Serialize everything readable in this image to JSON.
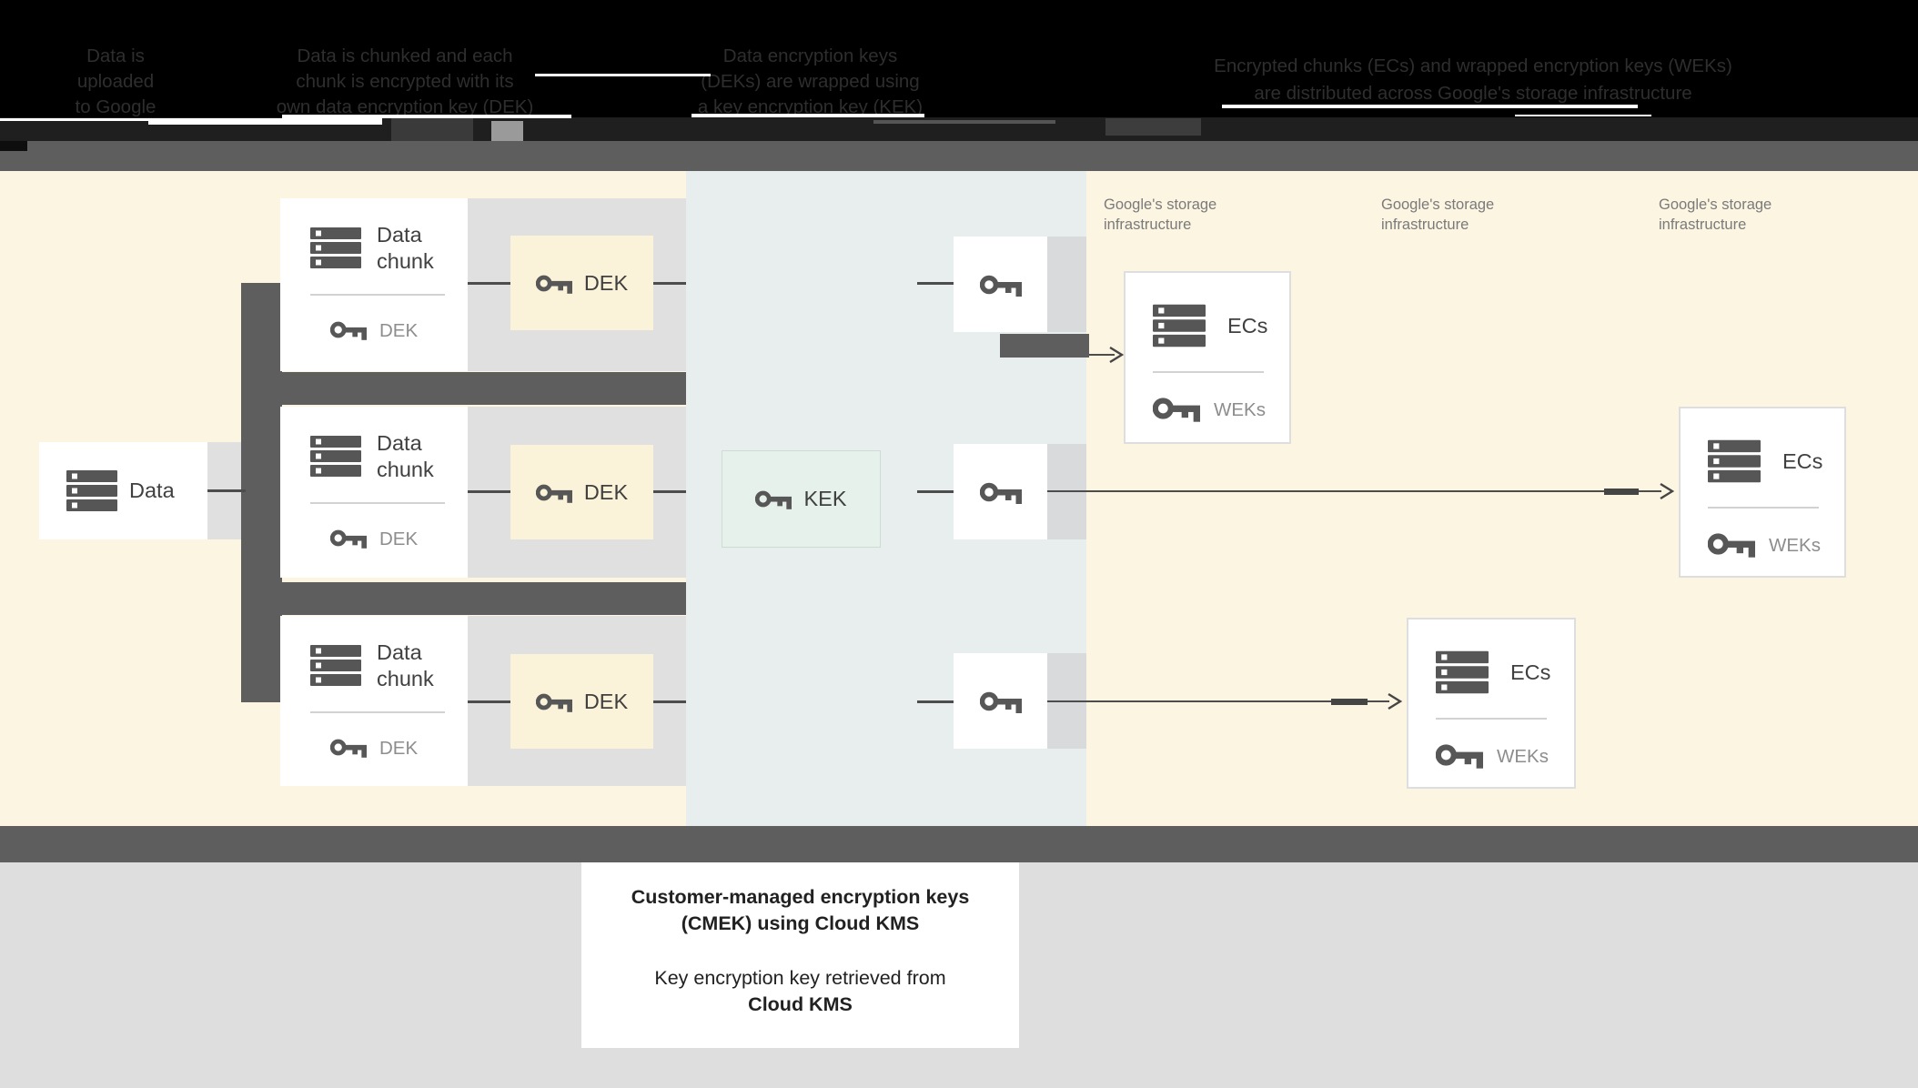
{
  "header": {
    "columns": [
      {
        "lines": [
          "Data is",
          "uploaded",
          "to Google"
        ]
      },
      {
        "lines": [
          "Data is chunked and each",
          "chunk is encrypted with its",
          "own data encryption key (DEK)"
        ]
      },
      {
        "lines": [
          "Data encryption keys",
          "(DEKs) are wrapped using",
          "a key encryption key (KEK)"
        ]
      },
      {
        "lines": [
          "Encrypted chunks (ECs) and wrapped encryption keys (WEKs)",
          "are distributed across Google's storage infrastructure"
        ]
      }
    ]
  },
  "diagram": {
    "data_box": {
      "label": "Data"
    },
    "chunk_boxes": [
      {
        "title_lines": [
          "Data",
          "chunk"
        ],
        "key_caption": "DEK"
      },
      {
        "title_lines": [
          "Data",
          "chunk"
        ],
        "key_caption": "DEK"
      },
      {
        "title_lines": [
          "Data",
          "chunk"
        ],
        "key_caption": "DEK"
      }
    ],
    "dek_boxes": [
      {
        "label": "DEK"
      },
      {
        "label": "DEK"
      },
      {
        "label": "DEK"
      }
    ],
    "kek_box": {
      "label": "KEK"
    },
    "storage_labels": [
      {
        "lines": [
          "Google's storage",
          "infrastructure"
        ]
      },
      {
        "lines": [
          "Google's storage",
          "infrastructure"
        ]
      },
      {
        "lines": [
          "Google's storage",
          "infrastructure"
        ]
      }
    ],
    "ecs_boxes": [
      {
        "label": "ECs",
        "key_caption": "WEKs"
      },
      {
        "label": "ECs",
        "key_caption": "WEKs"
      },
      {
        "label": "ECs",
        "key_caption": "WEKs"
      }
    ]
  },
  "footer": {
    "info_box": {
      "bold_line1": "Customer-managed encryption keys",
      "bold_line2": "(CMEK) using Cloud KMS",
      "regular_line": "Key encryption key retrieved from",
      "bold_line3": "Cloud KMS"
    }
  },
  "colors": {
    "header_bg": "#000000",
    "dark_band": "#5e5e5e",
    "yellow_bg": "#fcf5e2",
    "middle_band": "#e8edee",
    "row_band": "#e0e0e0",
    "dek_fill": "#fbf3d9",
    "kek_fill": "#e5f1ea",
    "bottom_bg": "#dedede",
    "caption_gray": "#8d8d8d",
    "label_gray": "#7a7a7a"
  }
}
